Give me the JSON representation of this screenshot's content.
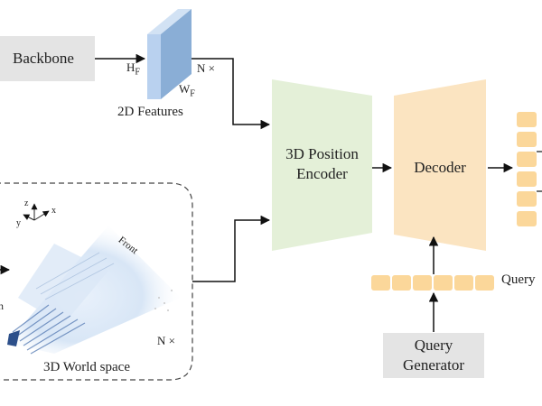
{
  "colors": {
    "encoder_fill": "#e4f0d8",
    "decoder_fill": "#fbe4c1",
    "token_fill": "#fbd79a",
    "gray_box": "#e4e4e4",
    "feature_front": "#b9d1ef",
    "feature_side": "#8aaed6",
    "arrow": "#111111",
    "dashed_border": "#444444"
  },
  "backbone": {
    "label": "Backbone"
  },
  "features": {
    "label": "2D Features",
    "h_label": "H",
    "h_sub": "F",
    "w_label": "W",
    "w_sub": "F",
    "n_label": "N ×"
  },
  "encoder": {
    "line1": "3D Position",
    "line2": "Encoder"
  },
  "decoder": {
    "label": "Decoder"
  },
  "query": {
    "label": "Query"
  },
  "query_generator": {
    "line1": "Query",
    "line2": "Generator"
  },
  "world_space": {
    "label": "3D World space",
    "front_label": "Front",
    "n_label": "N ×",
    "axis_z": "z",
    "axis_x": "x",
    "axis_y": "y",
    "left_letter": "n"
  }
}
